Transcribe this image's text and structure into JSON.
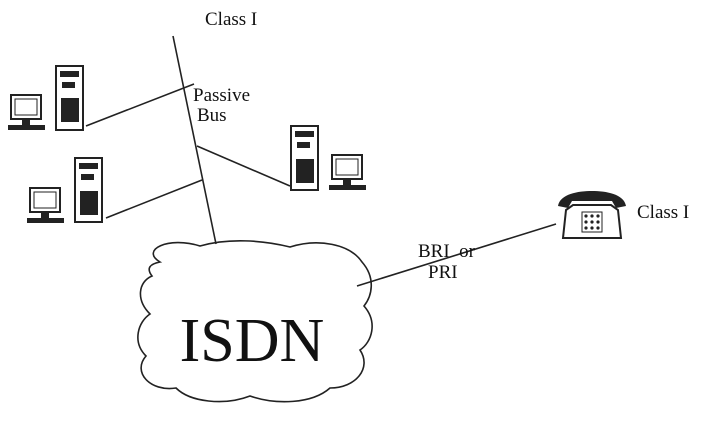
{
  "diagram": {
    "class_top": "Class I",
    "bus_label": [
      "Passive",
      "Bus"
    ],
    "class_right": "Class I",
    "link_label": [
      "BRI  or",
      "PRI"
    ],
    "network_label": "ISDN"
  },
  "nodes": [
    {
      "name": "workstation-1",
      "icon": "computer-tower-with-monitor"
    },
    {
      "name": "workstation-2",
      "icon": "computer-tower-with-monitor"
    },
    {
      "name": "workstation-3",
      "icon": "computer-tower-with-monitor"
    },
    {
      "name": "telephone",
      "icon": "telephone-icon"
    }
  ],
  "colors": {
    "ink": "#222222",
    "background": "#ffffff"
  }
}
